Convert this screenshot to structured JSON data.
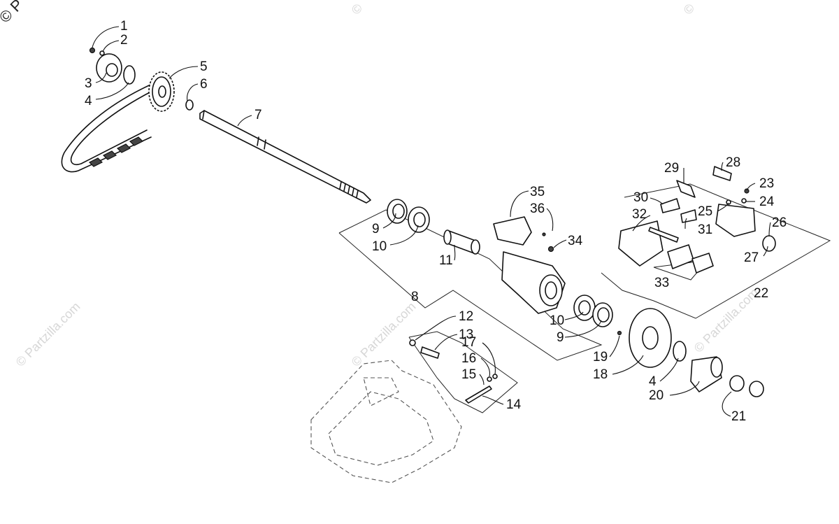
{
  "watermark": {
    "copyright_symbol": "©",
    "copyright_fragment": "© P",
    "brand_text": "© Partzilla.com",
    "color": "#d7d7d7"
  },
  "callouts": [
    {
      "num": "1"
    },
    {
      "num": "2"
    },
    {
      "num": "3"
    },
    {
      "num": "4"
    },
    {
      "num": "5"
    },
    {
      "num": "6"
    },
    {
      "num": "7"
    },
    {
      "num": "8"
    },
    {
      "num": "9"
    },
    {
      "num": "10"
    },
    {
      "num": "11"
    },
    {
      "num": "12"
    },
    {
      "num": "13"
    },
    {
      "num": "14"
    },
    {
      "num": "15"
    },
    {
      "num": "16"
    },
    {
      "num": "17"
    },
    {
      "num": "18"
    },
    {
      "num": "19"
    },
    {
      "num": "20"
    },
    {
      "num": "21"
    },
    {
      "num": "22"
    },
    {
      "num": "23"
    },
    {
      "num": "24"
    },
    {
      "num": "25"
    },
    {
      "num": "26"
    },
    {
      "num": "27"
    },
    {
      "num": "28"
    },
    {
      "num": "29"
    },
    {
      "num": "30"
    },
    {
      "num": "31"
    },
    {
      "num": "32"
    },
    {
      "num": "33"
    },
    {
      "num": "34"
    },
    {
      "num": "35"
    },
    {
      "num": "36"
    },
    {
      "num": "10"
    },
    {
      "num": "9"
    },
    {
      "num": "4"
    }
  ]
}
